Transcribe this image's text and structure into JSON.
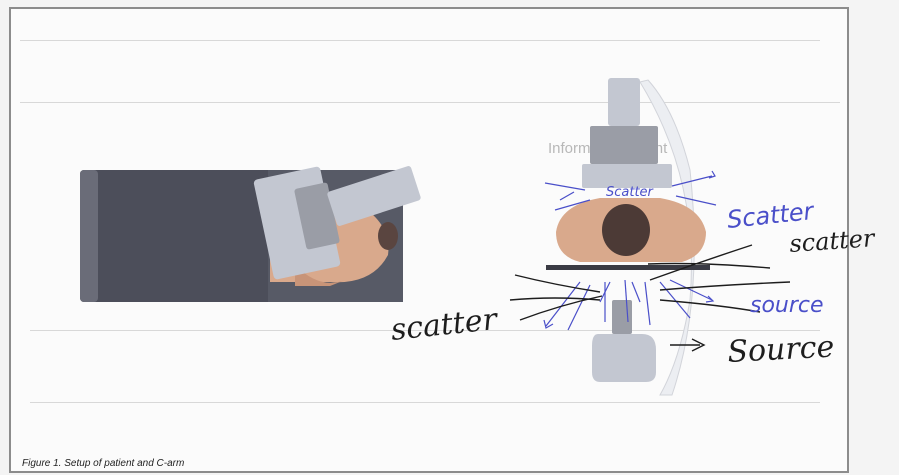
{
  "caption": "Figure 1. Setup of patient and C-arm",
  "handwritten": {
    "scatter_top_blue": "Scatter",
    "scatter_right_black": "scatter",
    "scatter_left": "scatter",
    "source_blue": "source",
    "source_black": "Source",
    "scatter_small_blue": "Scatter"
  },
  "ghost_text": {
    "heading": "Informed Consent"
  },
  "colors": {
    "table": "#4c4e5a",
    "skin": "#d9a98c",
    "head": "#5a4540",
    "machine_light": "#c3c7d1",
    "machine_dark": "#9a9da6",
    "ink_blue": "#4a4fc9",
    "ink_black": "#1d1d1d"
  }
}
